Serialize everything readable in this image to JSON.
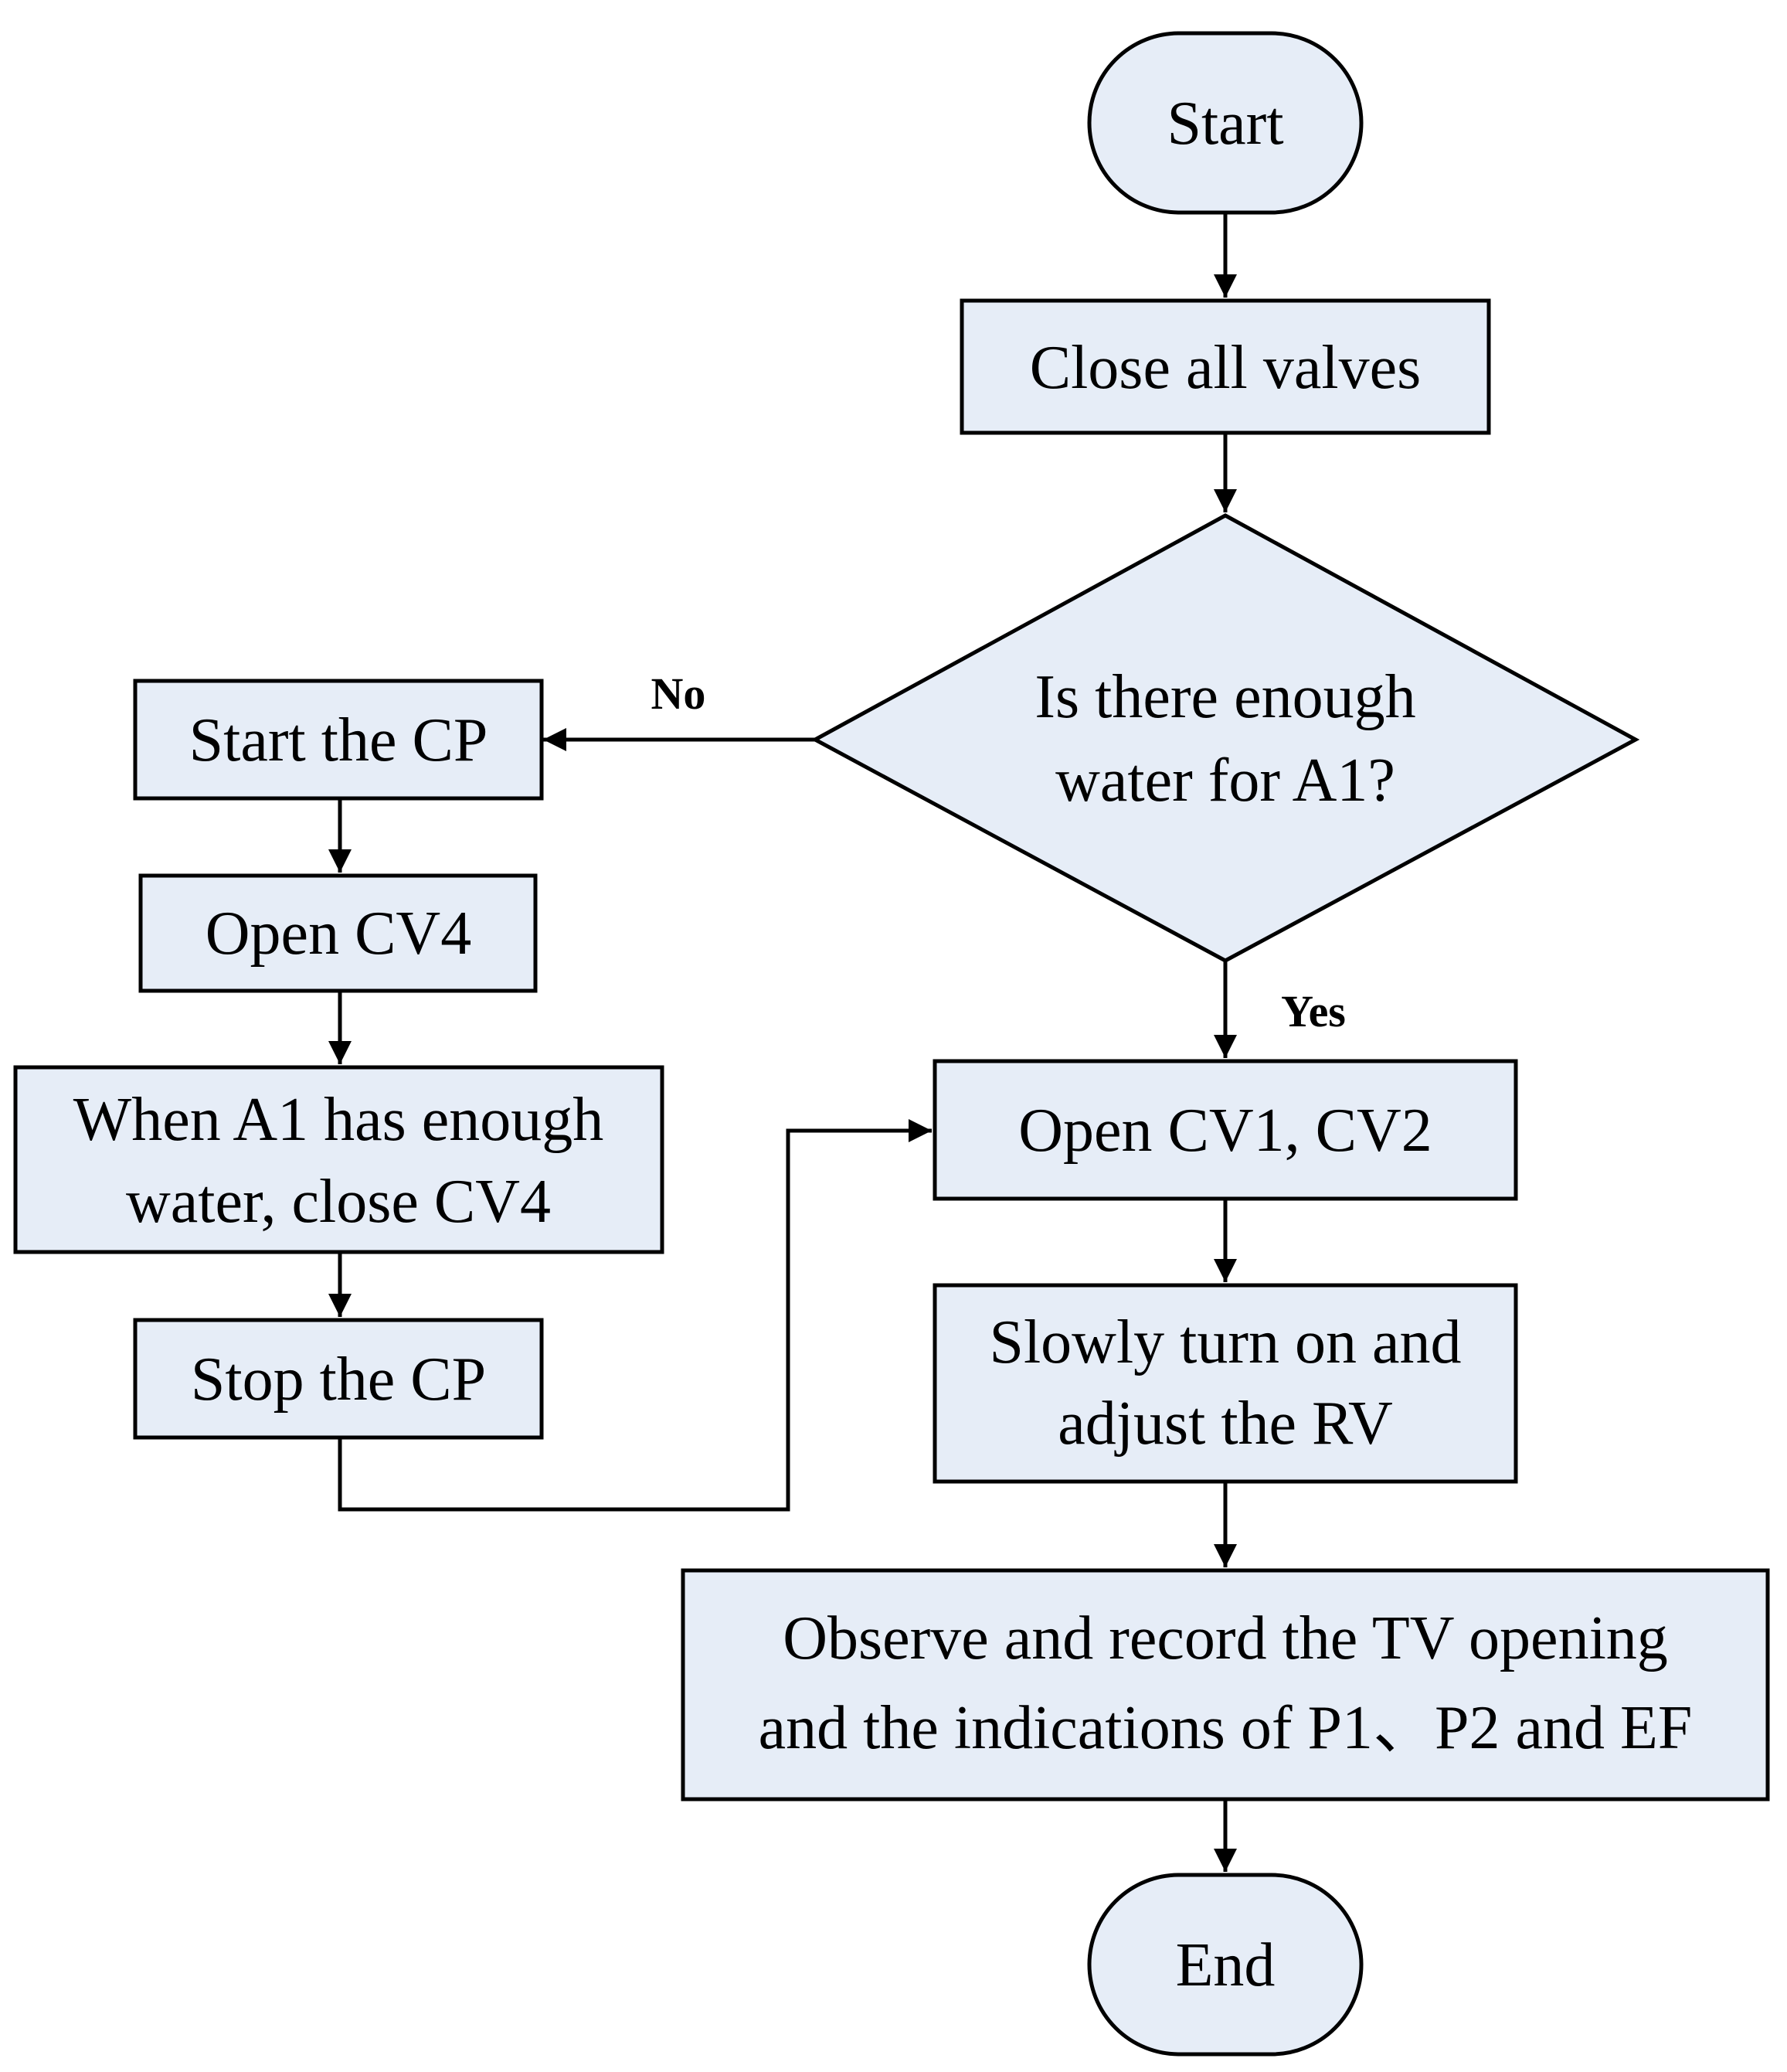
{
  "flowchart": {
    "start": "Start",
    "close_valves": "Close all valves",
    "decision": {
      "line1": "Is there enough",
      "line2": "water for A1?"
    },
    "no_label": "No",
    "yes_label": "Yes",
    "start_cp": "Start the CP",
    "open_cv4": "Open CV4",
    "when_a1": {
      "line1": "When A1 has enough",
      "line2": "water, close CV4"
    },
    "stop_cp": "Stop the CP",
    "open_cv1_cv2": "Open CV1, CV2",
    "adjust_rv": {
      "line1": "Slowly turn on and",
      "line2": "adjust the RV"
    },
    "observe": {
      "line1": "Observe and record the TV opening",
      "line2": "and the indications of P1、P2 and EF"
    },
    "end": "End"
  }
}
